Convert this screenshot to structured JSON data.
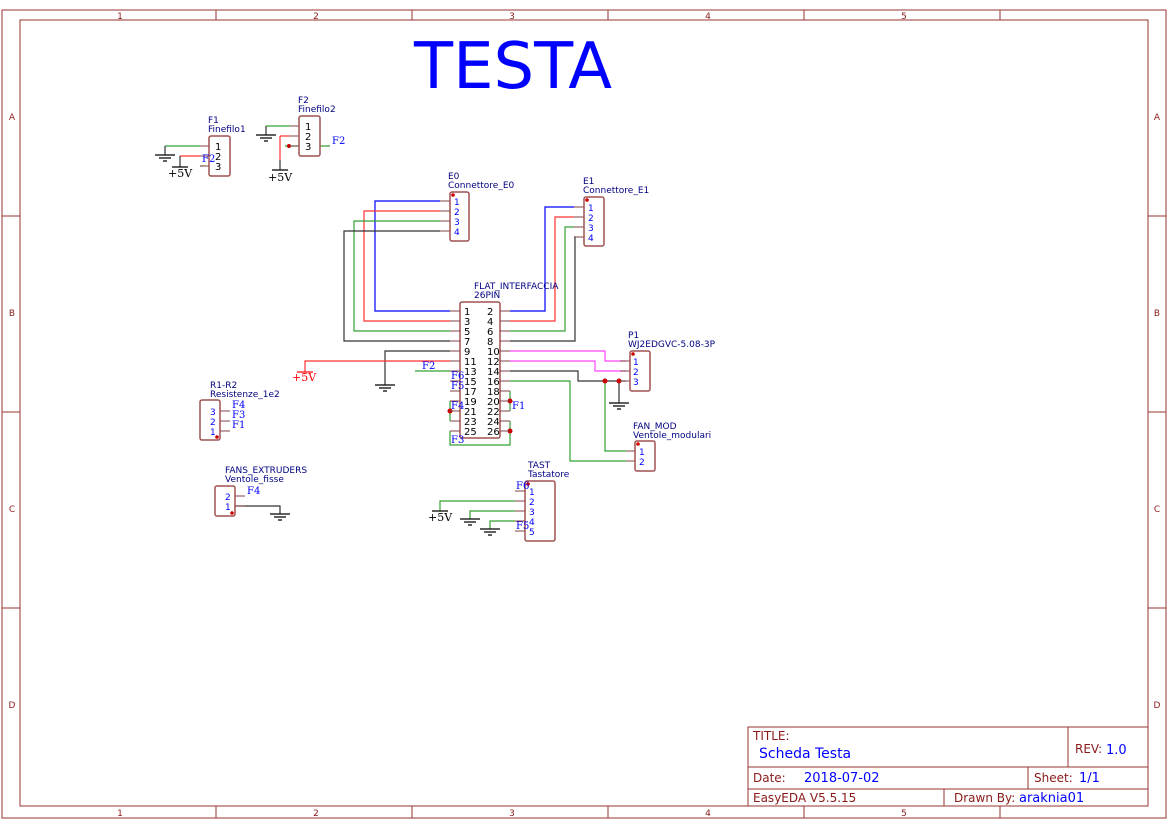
{
  "sheet_title": "TESTA",
  "frame": {
    "columns": [
      "1",
      "2",
      "3",
      "4",
      "5"
    ],
    "rows": [
      "A",
      "B",
      "C",
      "D"
    ]
  },
  "title_block": {
    "title_label": "TITLE:",
    "title": "Scheda Testa",
    "rev_label": "REV:",
    "rev": "1.0",
    "date_label": "Date:",
    "date": "2018-07-02",
    "sheet_label": "Sheet:",
    "sheet": "1/1",
    "software": "EasyEDA V5.5.15",
    "drawn_by_label": "Drawn By:",
    "drawn_by": "araknia01"
  },
  "components": {
    "F1": {
      "ref": "F1",
      "name": "Finefilo1",
      "pins": [
        "1",
        "2",
        "3"
      ]
    },
    "F2": {
      "ref": "F2",
      "name": "Finefilo2",
      "pins": [
        "1",
        "2",
        "3"
      ]
    },
    "E0": {
      "ref": "E0",
      "name": "Connettore_E0",
      "pins": [
        "1",
        "2",
        "3",
        "4"
      ]
    },
    "E1": {
      "ref": "E1",
      "name": "Connettore_E1",
      "pins": [
        "1",
        "2",
        "3",
        "4"
      ]
    },
    "FLAT": {
      "ref": "FLAT_INTERFACCIA",
      "name": "26PIN",
      "left_pins": [
        "1",
        "3",
        "5",
        "7",
        "9",
        "11",
        "13",
        "15",
        "17",
        "19",
        "21",
        "23",
        "25"
      ],
      "right_pins": [
        "2",
        "4",
        "6",
        "8",
        "10",
        "12",
        "14",
        "16",
        "18",
        "20",
        "22",
        "24",
        "26"
      ]
    },
    "P1": {
      "ref": "P1",
      "name": "WJ2EDGVC-5.08-3P",
      "pins": [
        "1",
        "2",
        "3"
      ]
    },
    "FAN_MOD": {
      "ref": "FAN_MOD",
      "name": "Ventole_modulari",
      "pins": [
        "1",
        "2"
      ]
    },
    "R": {
      "ref": "R1-R2",
      "name": "Resistenze_1e2",
      "pins": [
        "3",
        "2",
        "1"
      ],
      "nets": [
        "F4",
        "F3",
        "F1"
      ]
    },
    "FANS": {
      "ref": "FANS_EXTRUDERS",
      "name": "Ventole_fisse",
      "pins": [
        "2",
        "1"
      ],
      "nets": [
        "F4"
      ]
    },
    "TAST": {
      "ref": "TAST",
      "name": "Tastatore",
      "pins": [
        "1",
        "2",
        "3",
        "4",
        "5"
      ],
      "nets": [
        "F6",
        "F5"
      ]
    }
  },
  "net_labels": {
    "f2": "F2",
    "f6": "F6",
    "f5": "F5",
    "f4": "F4",
    "f3": "F3",
    "f1": "F1",
    "vcc": "+5V"
  },
  "colors": {
    "border": "#993333",
    "component": "#a05050",
    "text": "#0000ff"
  }
}
